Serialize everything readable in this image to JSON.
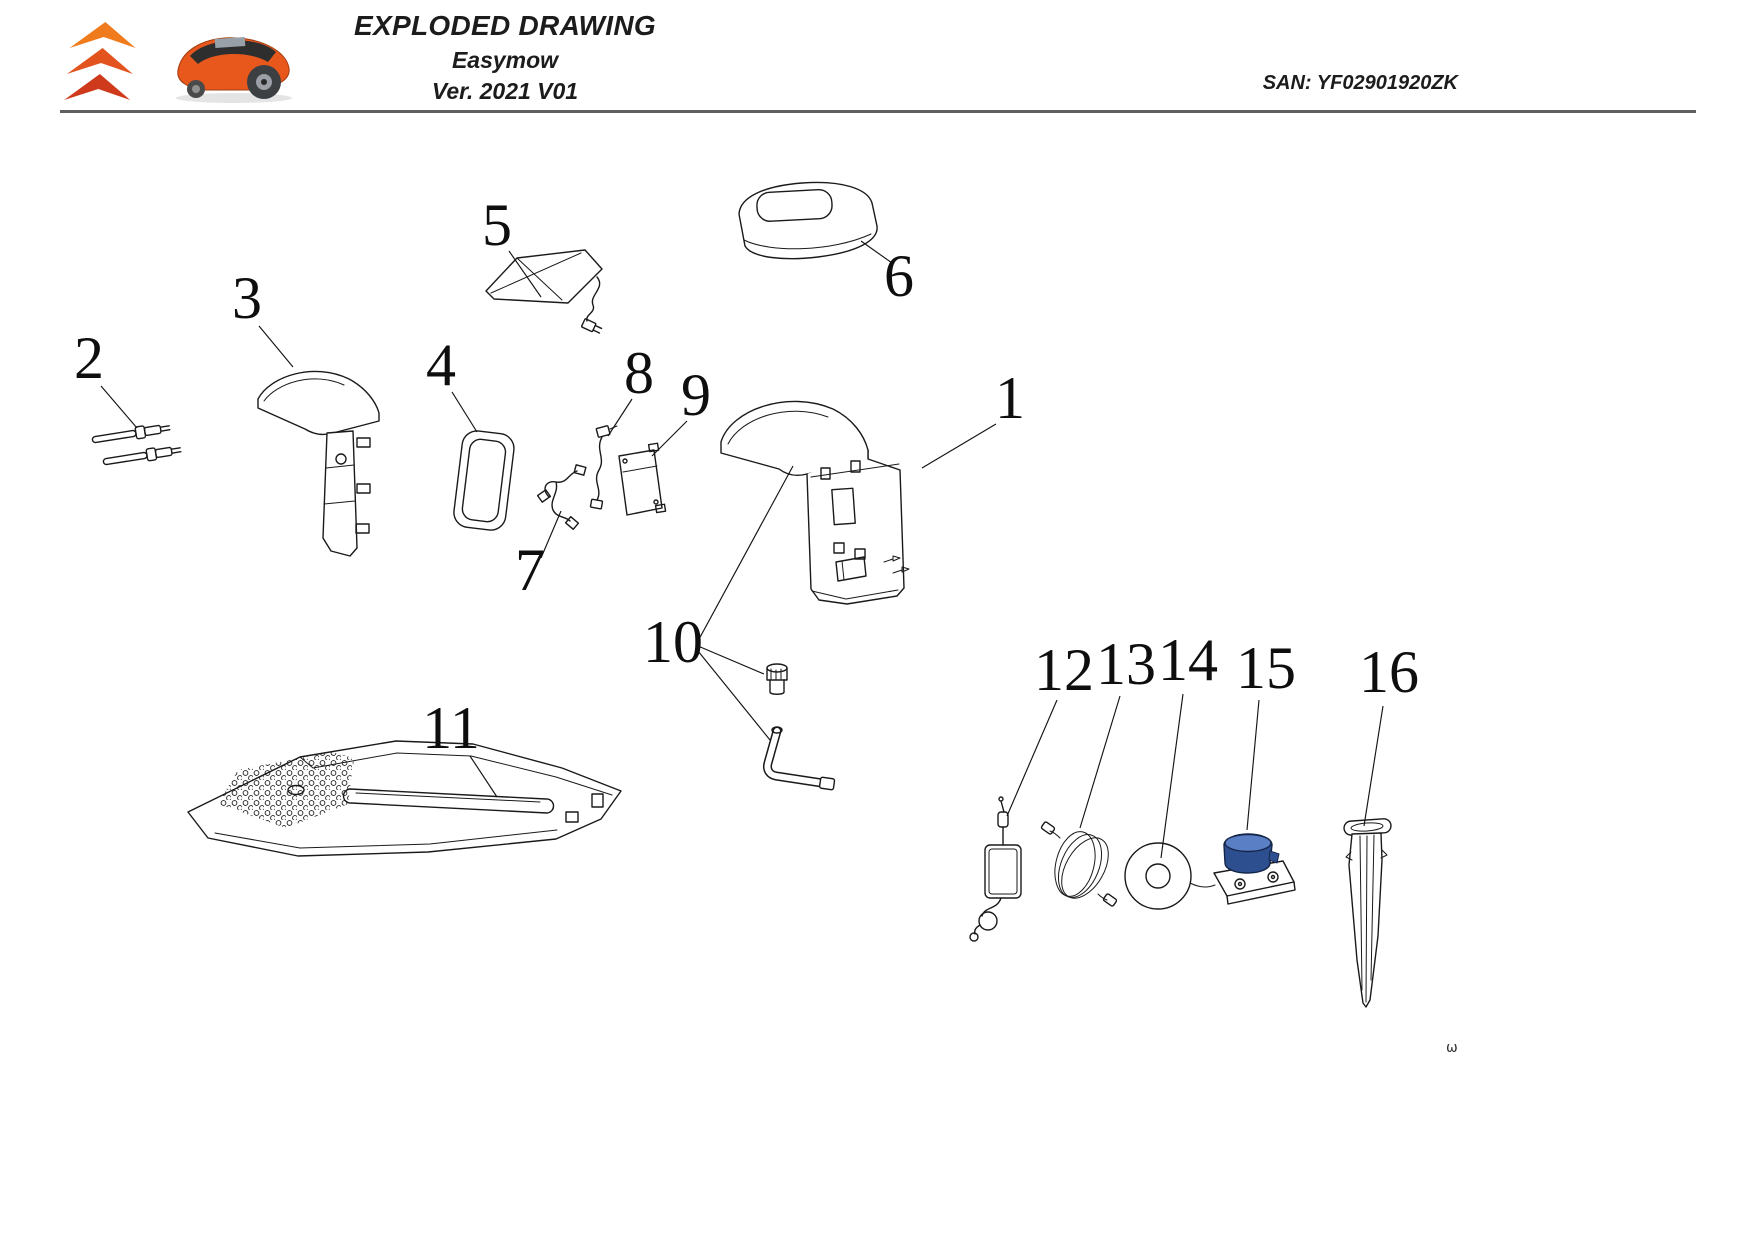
{
  "header": {
    "title": "EXPLODED DRAWING",
    "model": "Easymow",
    "version": "Ver. 2021 V01",
    "san": "SAN: YF02901920ZK"
  },
  "diagram": {
    "parts": [
      {
        "number": "1"
      },
      {
        "number": "2"
      },
      {
        "number": "3"
      },
      {
        "number": "4"
      },
      {
        "number": "5"
      },
      {
        "number": "6"
      },
      {
        "number": "7"
      },
      {
        "number": "8"
      },
      {
        "number": "9"
      },
      {
        "number": "10"
      },
      {
        "number": "11"
      },
      {
        "number": "12"
      },
      {
        "number": "13"
      },
      {
        "number": "14"
      },
      {
        "number": "15"
      },
      {
        "number": "16"
      }
    ],
    "footer_mark": "ω"
  },
  "colors": {
    "line": "#1a1a1a",
    "logo_top": "#EF7B1C",
    "logo_mid": "#E2531D",
    "logo_bottom": "#CE3A1B",
    "mower_orange": "#E8581C",
    "mower_dark": "#2E2E2E",
    "part15_cap_top": "#5B7FC4",
    "part15_cap_side": "#2E4F8F"
  }
}
